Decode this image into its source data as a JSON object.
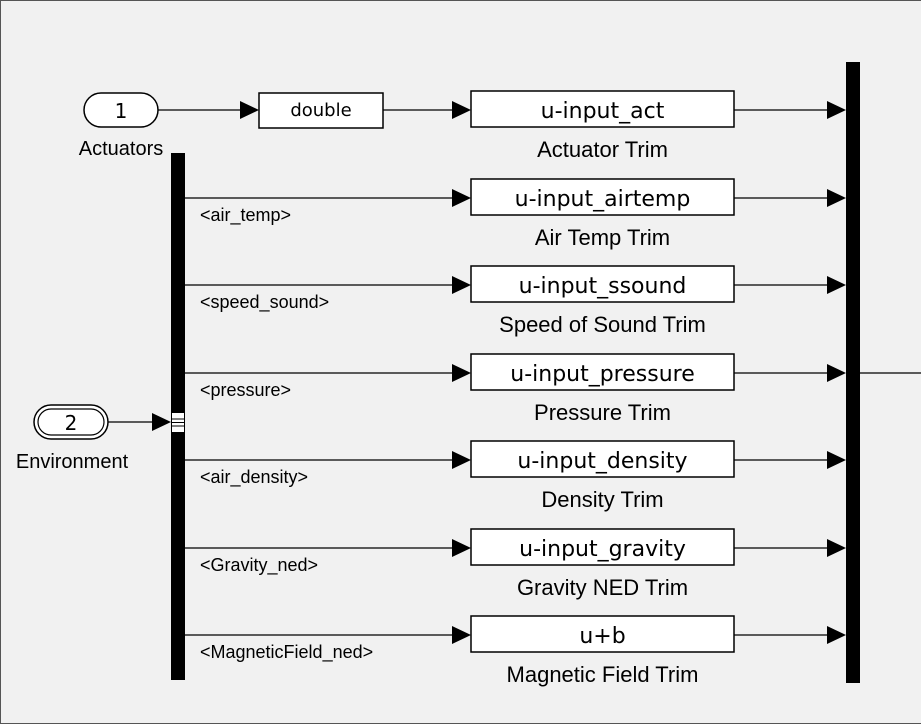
{
  "inports": [
    {
      "number": "1",
      "label": "Actuators"
    },
    {
      "number": "2",
      "label": "Environment"
    }
  ],
  "conversion_block": {
    "label": "double"
  },
  "signals": [
    {
      "name": "",
      "block_text": "u-input_act",
      "block_label": "Actuator Trim"
    },
    {
      "name": "<air_temp>",
      "block_text": "u-input_airtemp",
      "block_label": "Air Temp Trim"
    },
    {
      "name": "<speed_sound>",
      "block_text": "u-input_ssound",
      "block_label": "Speed of Sound Trim"
    },
    {
      "name": "<pressure>",
      "block_text": "u-input_pressure",
      "block_label": "Pressure Trim"
    },
    {
      "name": "<air_density>",
      "block_text": "u-input_density",
      "block_label": "Density Trim"
    },
    {
      "name": "<Gravity_ned>",
      "block_text": "u-input_gravity",
      "block_label": "Gravity NED Trim"
    },
    {
      "name": "<MagneticField_ned>",
      "block_text": "u+b",
      "block_label": "Magnetic Field Trim"
    }
  ],
  "colors": {
    "background": "#f1f1f1",
    "block_fill": "#ffffff",
    "line": "#000000"
  }
}
